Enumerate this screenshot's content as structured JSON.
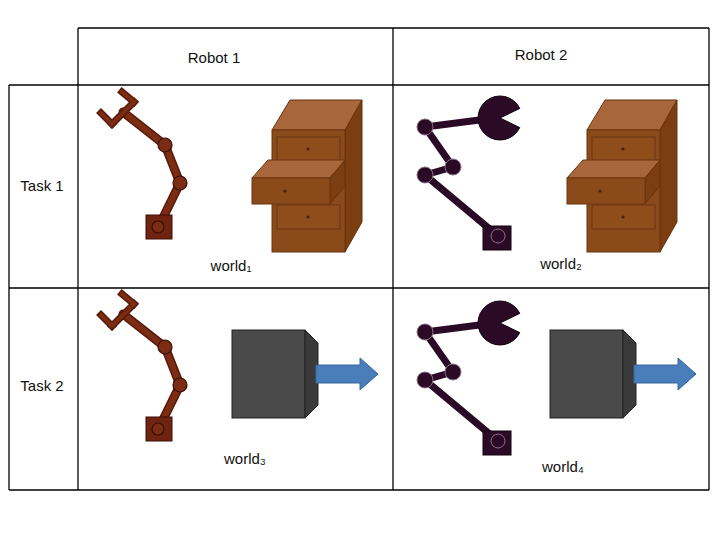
{
  "diagram": {
    "labels": [
      "Robot 1",
      "Robot 2",
      "Task 1",
      "Task 2",
      "world₁",
      "world₂",
      "world₃",
      "world₄"
    ]
  }
}
